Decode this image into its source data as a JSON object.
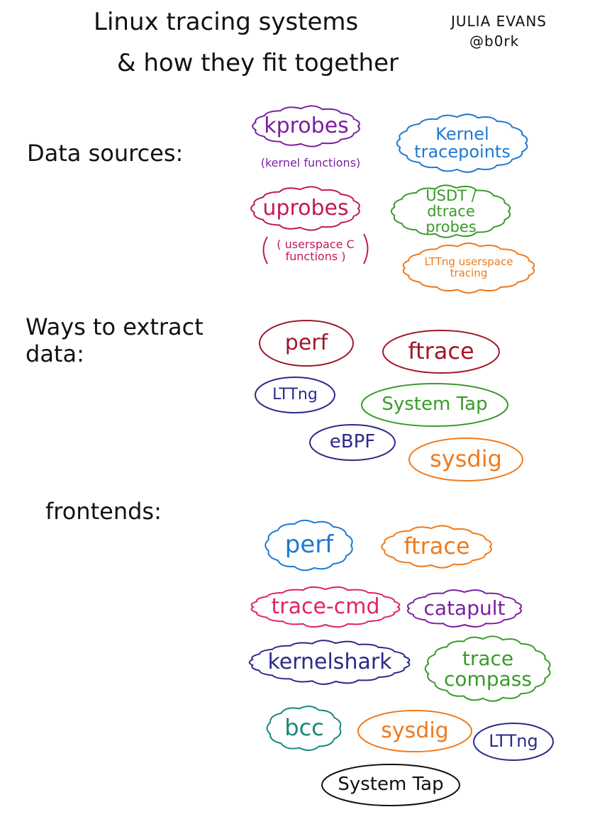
{
  "title": {
    "line1": "Linux tracing systems",
    "line2": "& how they fit together"
  },
  "author": {
    "name": "JULIA EVANS",
    "handle": "@b0rk"
  },
  "colors": {
    "purple": "#7a1fa2",
    "blue": "#1f78d1",
    "magenta": "#c2185b",
    "green": "#3a9a2a",
    "orange": "#f07a1a",
    "darkred": "#a0182a",
    "navy": "#2a2a8c",
    "teal": "#16897a",
    "pink": "#e0245e",
    "ink": "#111111"
  },
  "sections": {
    "sources": {
      "label": "Data sources:",
      "items": [
        {
          "text": "kprobes",
          "note": "(kernel functions)"
        },
        {
          "text": "Kernel tracepoints"
        },
        {
          "text": "uprobes",
          "note": "( userspace C functions )"
        },
        {
          "text": "USDT / dtrace probes"
        },
        {
          "text": "LTTng userspace tracing"
        }
      ]
    },
    "extract": {
      "label": "Ways to extract data:",
      "items": [
        "perf",
        "ftrace",
        "LTTng",
        "System Tap",
        "eBPF",
        "sysdig"
      ]
    },
    "frontends": {
      "label": "frontends:",
      "items": [
        "perf",
        "ftrace",
        "trace-cmd",
        "catapult",
        "kernelshark",
        "trace compass",
        "bcc",
        "sysdig",
        "LTTng",
        "System Tap"
      ]
    }
  }
}
